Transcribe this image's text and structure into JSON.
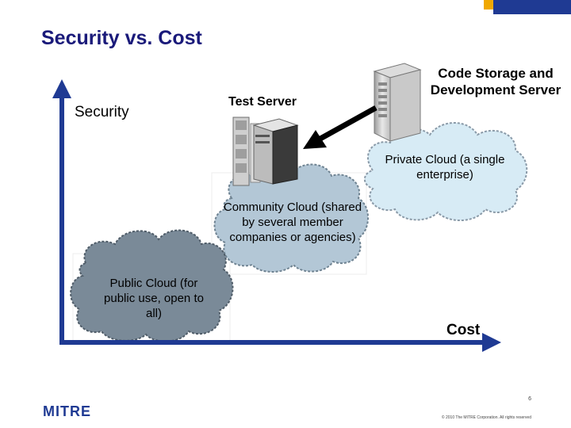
{
  "slide": {
    "title": "Security vs. Cost",
    "page_number": "6",
    "copyright": "© 2010 The MITRE Corporation. All rights reserved"
  },
  "axes": {
    "y_label": "Security",
    "x_label": "Cost"
  },
  "servers": {
    "test_server_label": "Test Server",
    "code_storage_label": "Code Storage and Development Server"
  },
  "clouds": {
    "private": "Private Cloud (a single enterprise)",
    "community": "Community Cloud (shared by several member companies or agencies)",
    "public": "Public Cloud (for public use, open to all)"
  },
  "logo": {
    "text": "MITRE"
  },
  "colors": {
    "title": "#1a1a7a",
    "axis": "#1f3a93",
    "private_cloud": "#d7ebf5",
    "community_cloud": "#b3c7d6",
    "public_cloud": "#7a8a98",
    "arrow": "#000000"
  }
}
